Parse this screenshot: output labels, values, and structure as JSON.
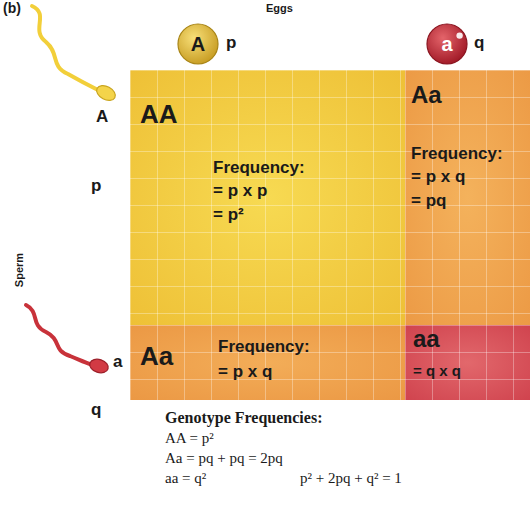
{
  "diagram": {
    "nodes": [
      {
        "text": [
          "A"
        ]
      },
      {
        "text": [
          "a"
        ]
      },
      {
        "text": [
          "AA",
          "Frequency: = p x p = p²"
        ]
      },
      {
        "text": [
          "Aa",
          "Frequency: = p x q = pq"
        ]
      },
      {
        "text": [
          "Aa",
          "Frequency: = p x q"
        ]
      },
      {
        "text": [
          "aa",
          "= q x q"
        ]
      }
    ],
    "labels": [
      "(b)",
      "Eggs",
      "p",
      "q",
      "A",
      "p",
      "Sperm",
      "a",
      "q",
      "Genotype Frequencies:",
      "AA = p²",
      "Aa = pq + pq = 2pq",
      "aa = q²",
      "p² + 2pq + q² = 1"
    ]
  }
}
